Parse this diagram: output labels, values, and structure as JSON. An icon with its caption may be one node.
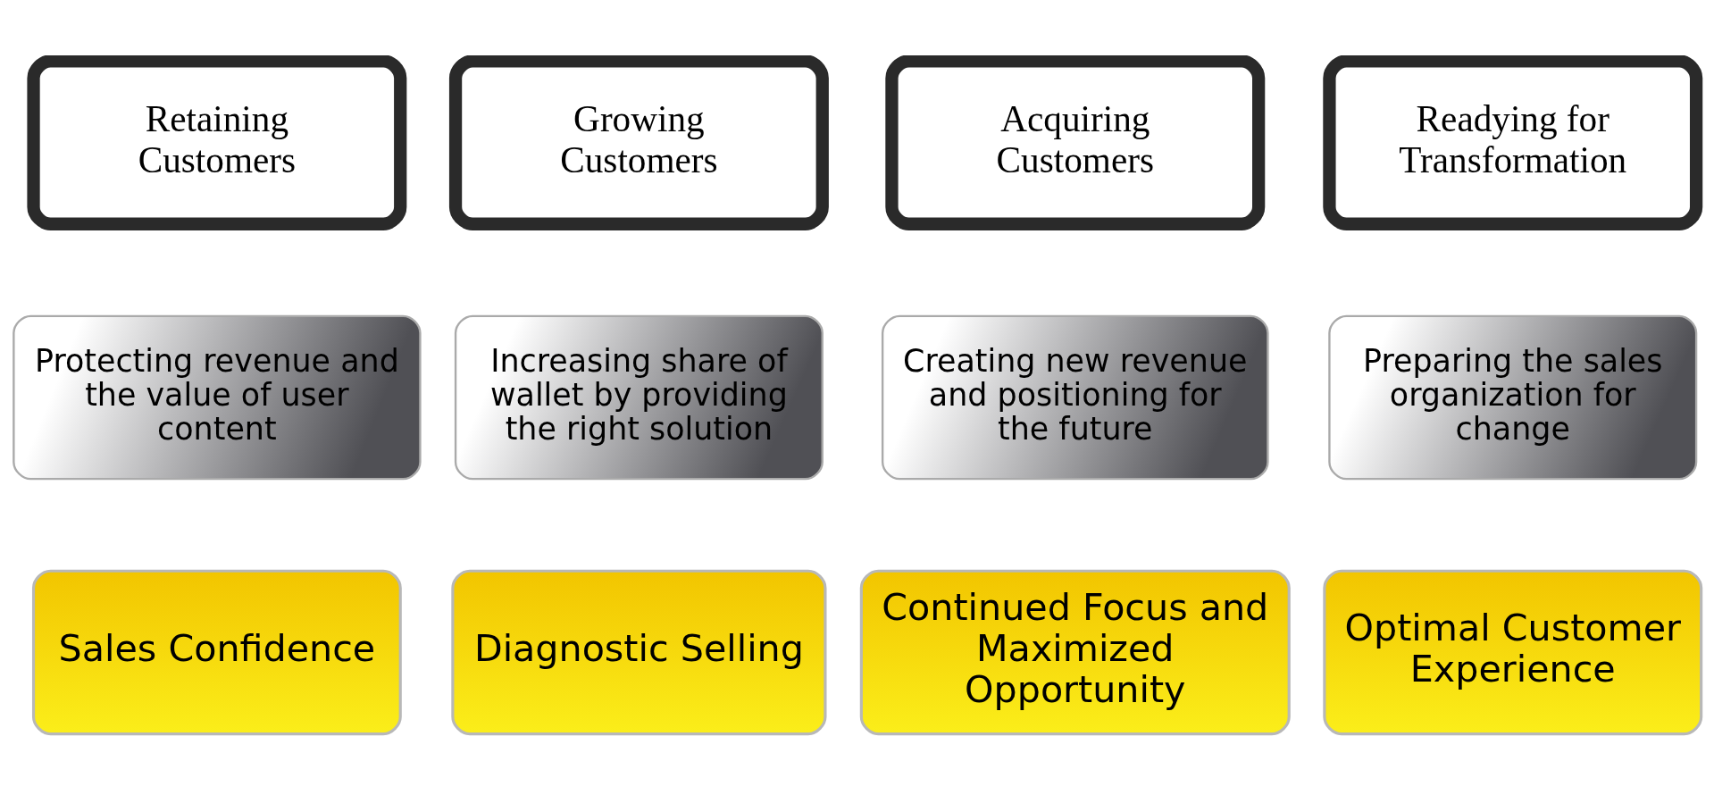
{
  "diagram": {
    "nodes": [
      {
        "text": [
          "Retaining Customers"
        ]
      },
      {
        "text": [
          "Growing Customers"
        ]
      },
      {
        "text": [
          "Acquiring Customers"
        ]
      },
      {
        "text": [
          "Readying for Transformation"
        ]
      },
      {
        "text": [
          "Protecting revenue and the value of user content"
        ]
      },
      {
        "text": [
          "Increasing share of wallet by providing the right solution"
        ]
      },
      {
        "text": [
          "Creating new revenue and positioning for the future"
        ]
      },
      {
        "text": [
          "Preparing the sales organization for change"
        ]
      },
      {
        "text": [
          "Sales Confidence"
        ]
      },
      {
        "text": [
          "Diagnostic Selling"
        ]
      },
      {
        "text": [
          "Continued Focus and Maximized Opportunity"
        ]
      },
      {
        "text": [
          "Optimal Customer Experience"
        ]
      }
    ]
  }
}
